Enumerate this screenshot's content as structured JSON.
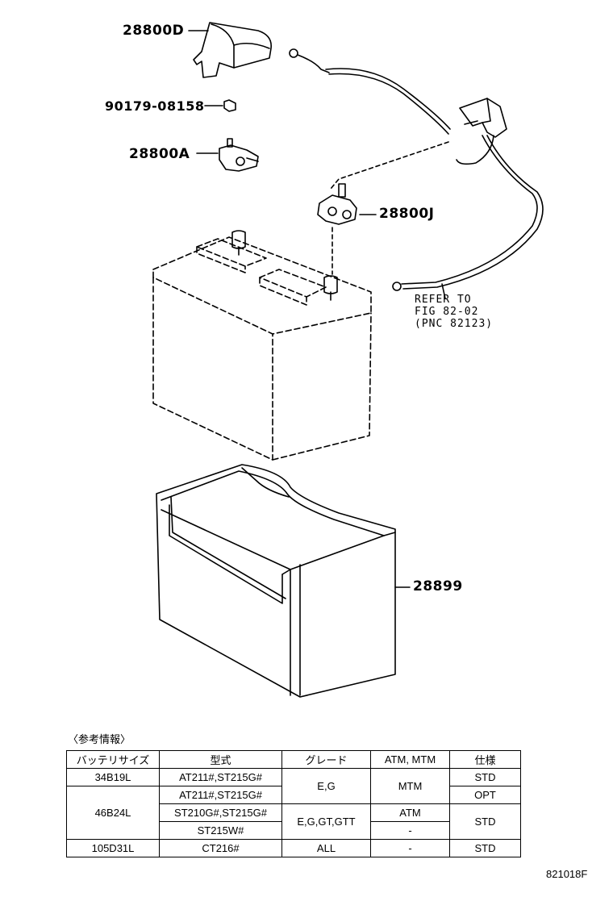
{
  "parts": {
    "cover": "28800D",
    "nut": "90179-08158",
    "positive_terminal": "28800A",
    "negative_terminal": "28800J",
    "tray": "28899"
  },
  "refer": {
    "line1": "REFER TO",
    "line2": "FIG 82-02",
    "line3": "(PNC 82123)"
  },
  "reference_title": "〈参考情報〉",
  "table": {
    "headers": [
      "バッテリサイズ",
      "型式",
      "グレード",
      "ATM, MTM",
      "仕様"
    ],
    "battery_sizes": [
      "34B19L",
      "46B24L",
      "105D31L"
    ],
    "models": [
      "AT211#,ST215G#",
      "AT211#,ST215G#",
      "ST210G#,ST215G#",
      "ST215W#",
      "CT216#"
    ],
    "grades": [
      "E,G",
      "E,G,GT,GTT",
      "ALL"
    ],
    "transmissions": [
      "MTM",
      "ATM",
      "-",
      "-"
    ],
    "specs": [
      "STD",
      "OPT",
      "STD",
      "STD"
    ]
  },
  "diagram_code": "821018F"
}
